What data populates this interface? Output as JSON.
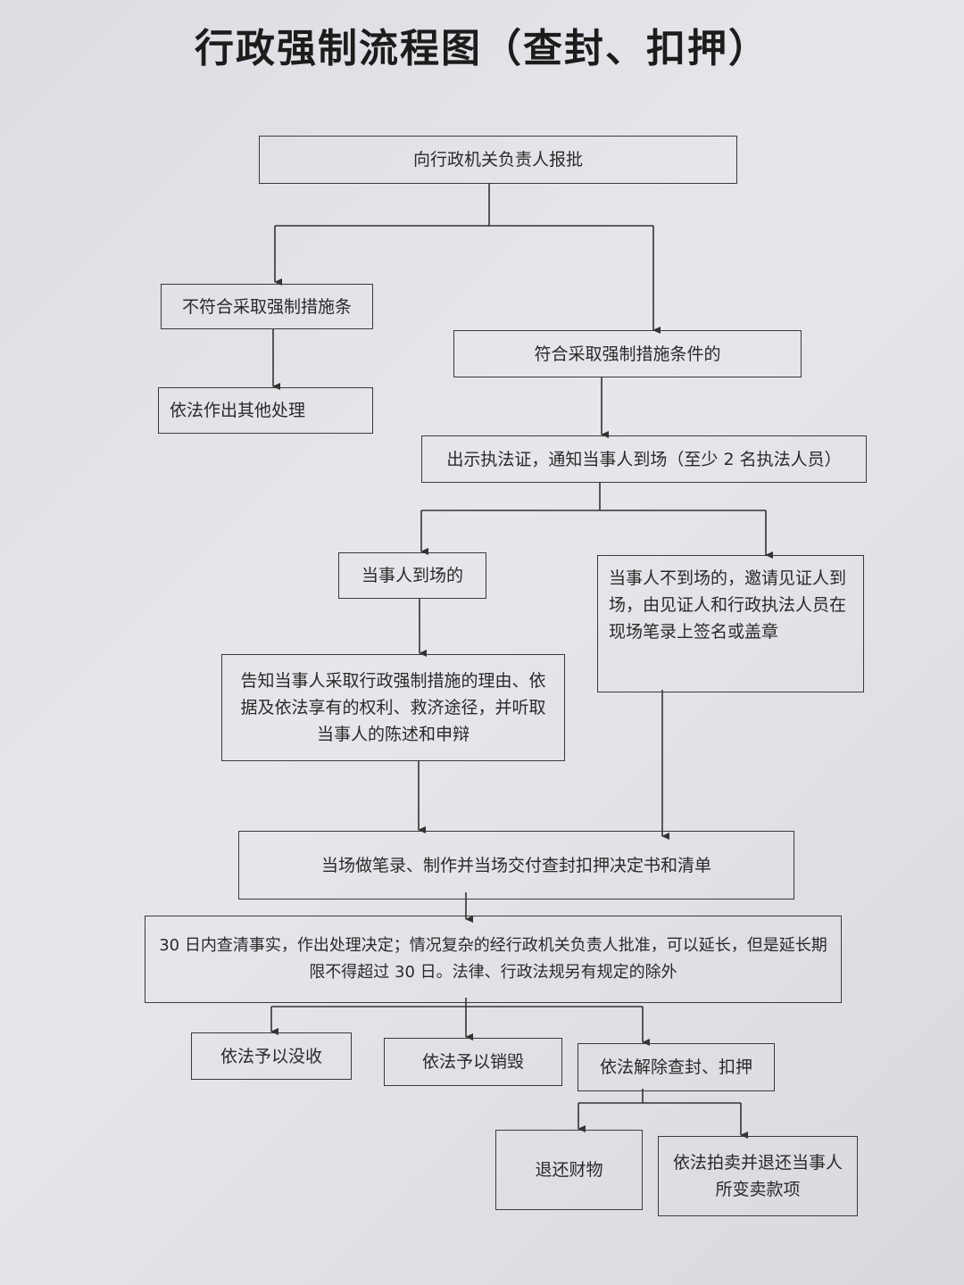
{
  "title": "行政强制流程图（查封、扣押）",
  "nodes": {
    "report": "向行政机关负责人报批",
    "not_meet": "不符合采取强制措施条",
    "other_handling": "依法作出其他处理",
    "meet": "符合采取强制措施条件的",
    "show_cert": "出示执法证，通知当事人到场（至少 2 名执法人员）",
    "party_present": "当事人到场的",
    "party_absent": "当事人不到场的，邀请见证人到场，由见证人和行政执法人员在现场笔录上签名或盖章",
    "inform": "告知当事人采取行政强制措施的理由、依据及依法享有的权利、救济途径，并听取当事人的陈述和申辩",
    "record": "当场做笔录、制作并当场交付查封扣押决定书和清单",
    "decide": "30 日内查清事实，作出处理决定；情况复杂的经行政机关负责人批准，可以延长，但是延长期限不得超过 30 日。法律、行政法规另有规定的除外",
    "confiscate": "依法予以没收",
    "destroy": "依法予以销毁",
    "release": "依法解除查封、扣押",
    "return_property": "退还财物",
    "auction": "依法拍卖并退还当事人所变卖款项"
  }
}
